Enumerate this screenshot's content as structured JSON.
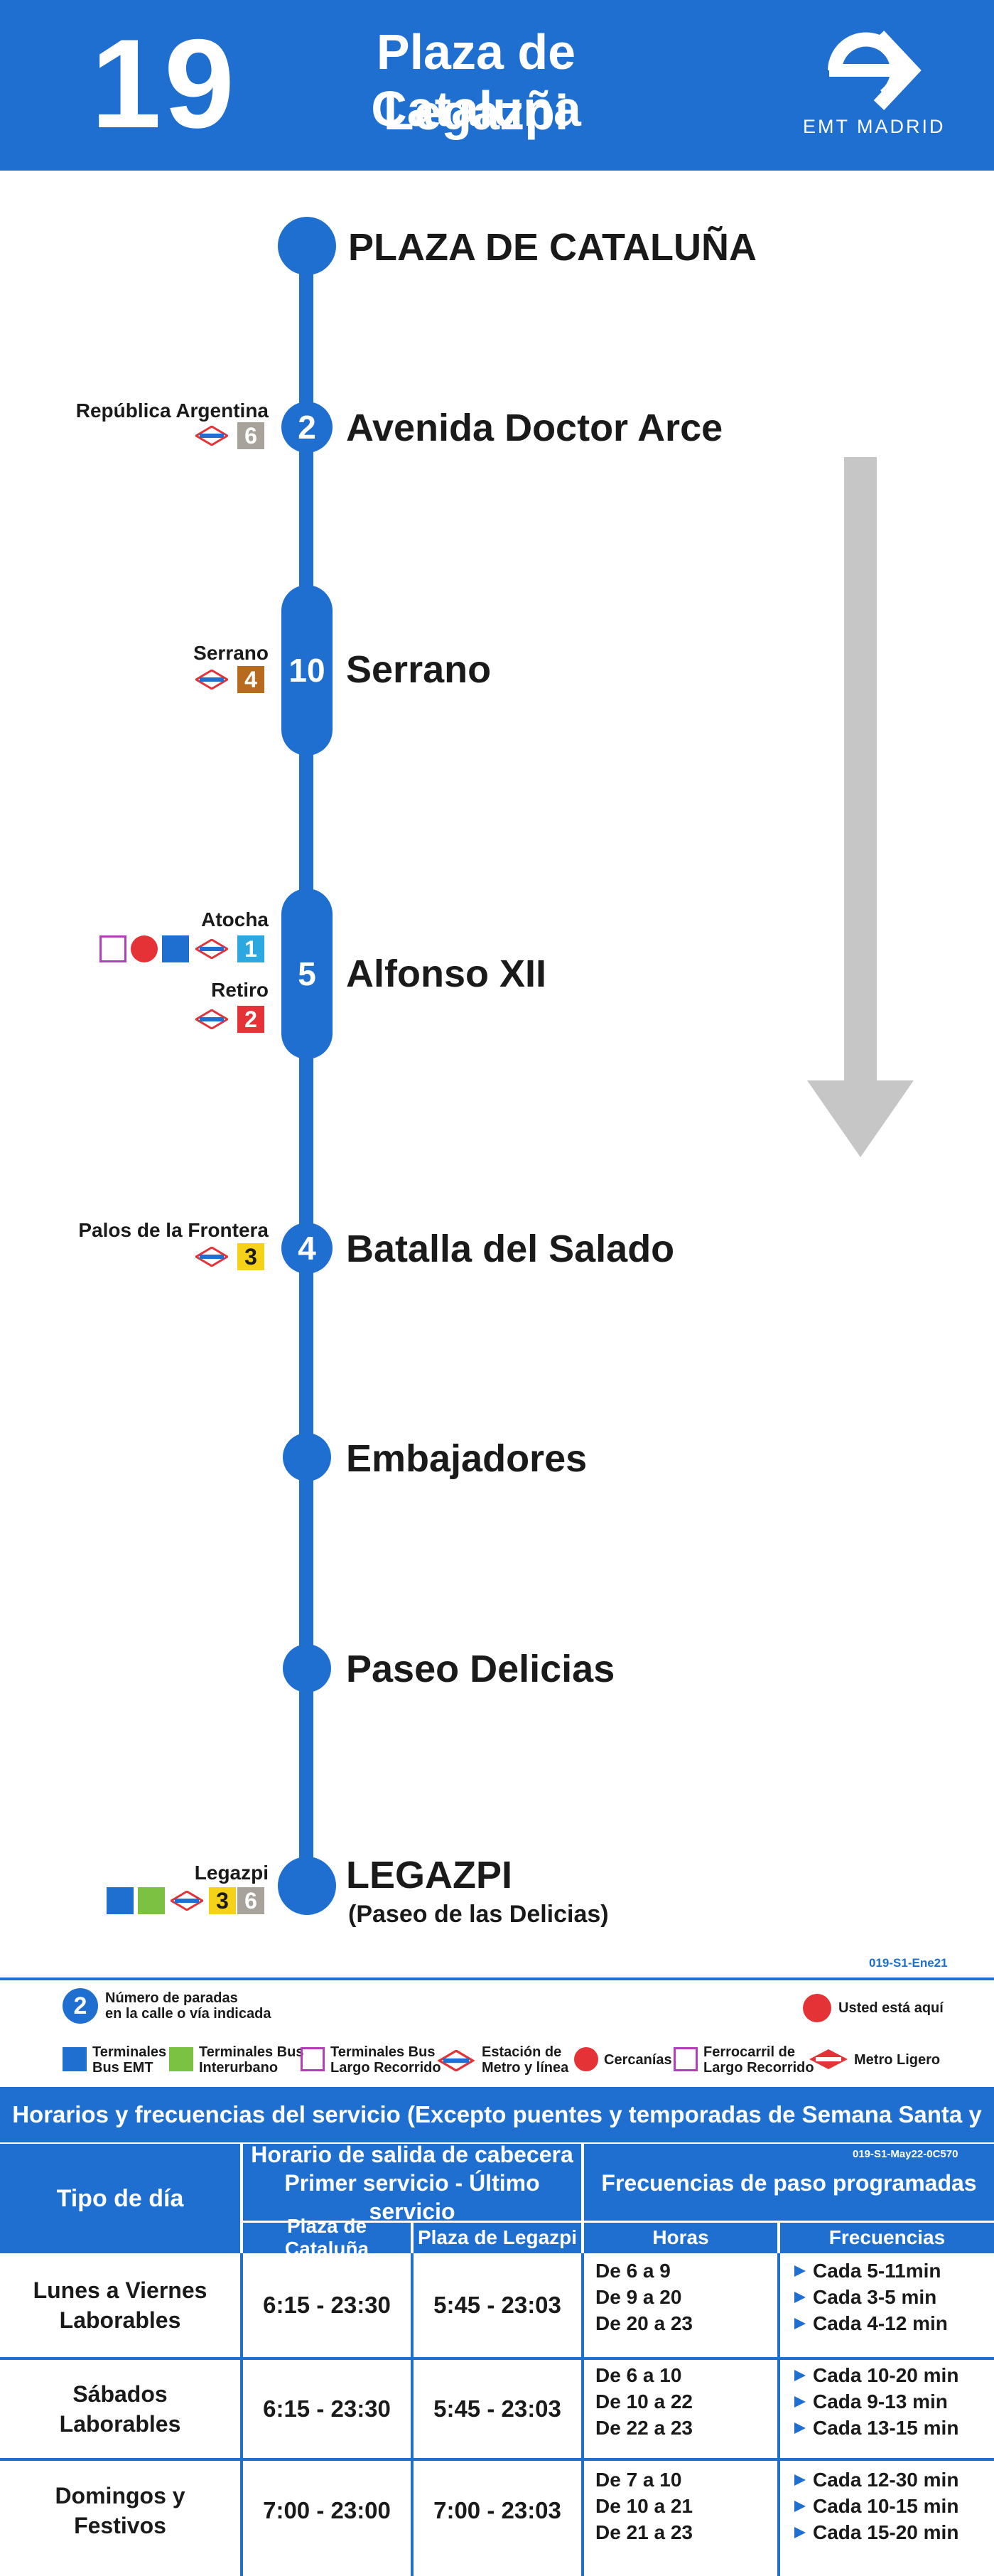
{
  "header": {
    "line_number": "19",
    "title_line1": "Plaza de Cataluña",
    "title_line2": "Legazpi",
    "logo_text": "EMT MADRID"
  },
  "stops": [
    {
      "name": "PLAZA DE CATALUÑA",
      "stop_count": ""
    },
    {
      "name": "Avenida Doctor Arce",
      "stop_count": "2",
      "connections": [
        {
          "station": "República Argentina",
          "lines": [
            "6"
          ]
        }
      ]
    },
    {
      "name": "Serrano",
      "stop_count": "10",
      "connections": [
        {
          "station": "Serrano",
          "lines": [
            "4"
          ]
        }
      ]
    },
    {
      "name": "Alfonso XII",
      "stop_count": "5",
      "connections": [
        {
          "station": "Atocha",
          "lines": [
            "1"
          ]
        },
        {
          "station": "Retiro",
          "lines": [
            "2"
          ]
        }
      ]
    },
    {
      "name": "Batalla del Salado",
      "stop_count": "4",
      "connections": [
        {
          "station": "Palos de la Frontera",
          "lines": [
            "3"
          ]
        }
      ]
    },
    {
      "name": "Embajadores",
      "stop_count": ""
    },
    {
      "name": "Paseo Delicias",
      "stop_count": ""
    },
    {
      "name": "LEGAZPI",
      "subtitle": "(Paseo de las Delicias)",
      "stop_count": "",
      "connections": [
        {
          "station": "Legazpi",
          "lines": [
            "3",
            "6"
          ]
        }
      ]
    }
  ],
  "metro_colors": {
    "1": "#2ba8df",
    "2": "#e53236",
    "3": "#f5d117",
    "4": "#b86b1f",
    "6": "#a8a39a"
  },
  "brand_color": "#1e6fd0",
  "legend": {
    "code": "019-S1-Ene21",
    "stops_number": "Número de paradas",
    "stops_number2": "en la calle o vía indicada",
    "you_are_here": "Usted está aquí",
    "items": [
      {
        "l1": "Terminales",
        "l2": "Bus EMT"
      },
      {
        "l1": "Terminales Bus",
        "l2": "Interurbano"
      },
      {
        "l1": "Terminales Bus",
        "l2": "Largo Recorrido"
      },
      {
        "l1": "Estación de",
        "l2": "Metro y línea"
      },
      {
        "l1": "Cercanías",
        "l2": ""
      },
      {
        "l1": "Ferrocarril de",
        "l2": "Largo Recorrido"
      },
      {
        "l1": "Metro Ligero",
        "l2": ""
      }
    ]
  },
  "timetable": {
    "title": "Horarios y frecuencias del servicio (Excepto puentes y temporadas de Semana Santa y Verano)",
    "code": "019-S1-May22-0C570",
    "col_day": "Tipo de día",
    "col_schedule_l1": "Horario de salida de cabecera",
    "col_schedule_l2": "Primer servicio - Último servicio",
    "col_freq": "Frecuencias de paso programadas",
    "sub_a": "Plaza de Cataluña",
    "sub_b": "Plaza de Legazpi",
    "sub_hours": "Horas",
    "sub_freq": "Frecuencias",
    "rows": [
      {
        "day_l1": "Lunes a Viernes",
        "day_l2": "Laborables",
        "a": "6:15 - 23:30",
        "b": "5:45 - 23:03",
        "hours": [
          "De 6 a 9",
          "De 9 a 20",
          "De 20 a 23"
        ],
        "freqs": [
          "Cada 5-11min",
          "Cada 3-5 min",
          "Cada 4-12 min"
        ]
      },
      {
        "day_l1": "Sábados",
        "day_l2": "Laborables",
        "a": "6:15 - 23:30",
        "b": "5:45 - 23:03",
        "hours": [
          "De 6 a 10",
          "De 10 a 22",
          "De 22 a 23"
        ],
        "freqs": [
          "Cada 10-20 min",
          "Cada 9-13 min",
          "Cada 13-15 min"
        ]
      },
      {
        "day_l1": "Domingos y",
        "day_l2": "Festivos",
        "a": "7:00 - 23:00",
        "b": "7:00 - 23:03",
        "hours": [
          "De 7 a 10",
          "De 10 a 21",
          "De 21 a 23"
        ],
        "freqs": [
          "Cada 12-30 min",
          "Cada 10-15 min",
          "Cada 15-20 min"
        ]
      }
    ]
  }
}
